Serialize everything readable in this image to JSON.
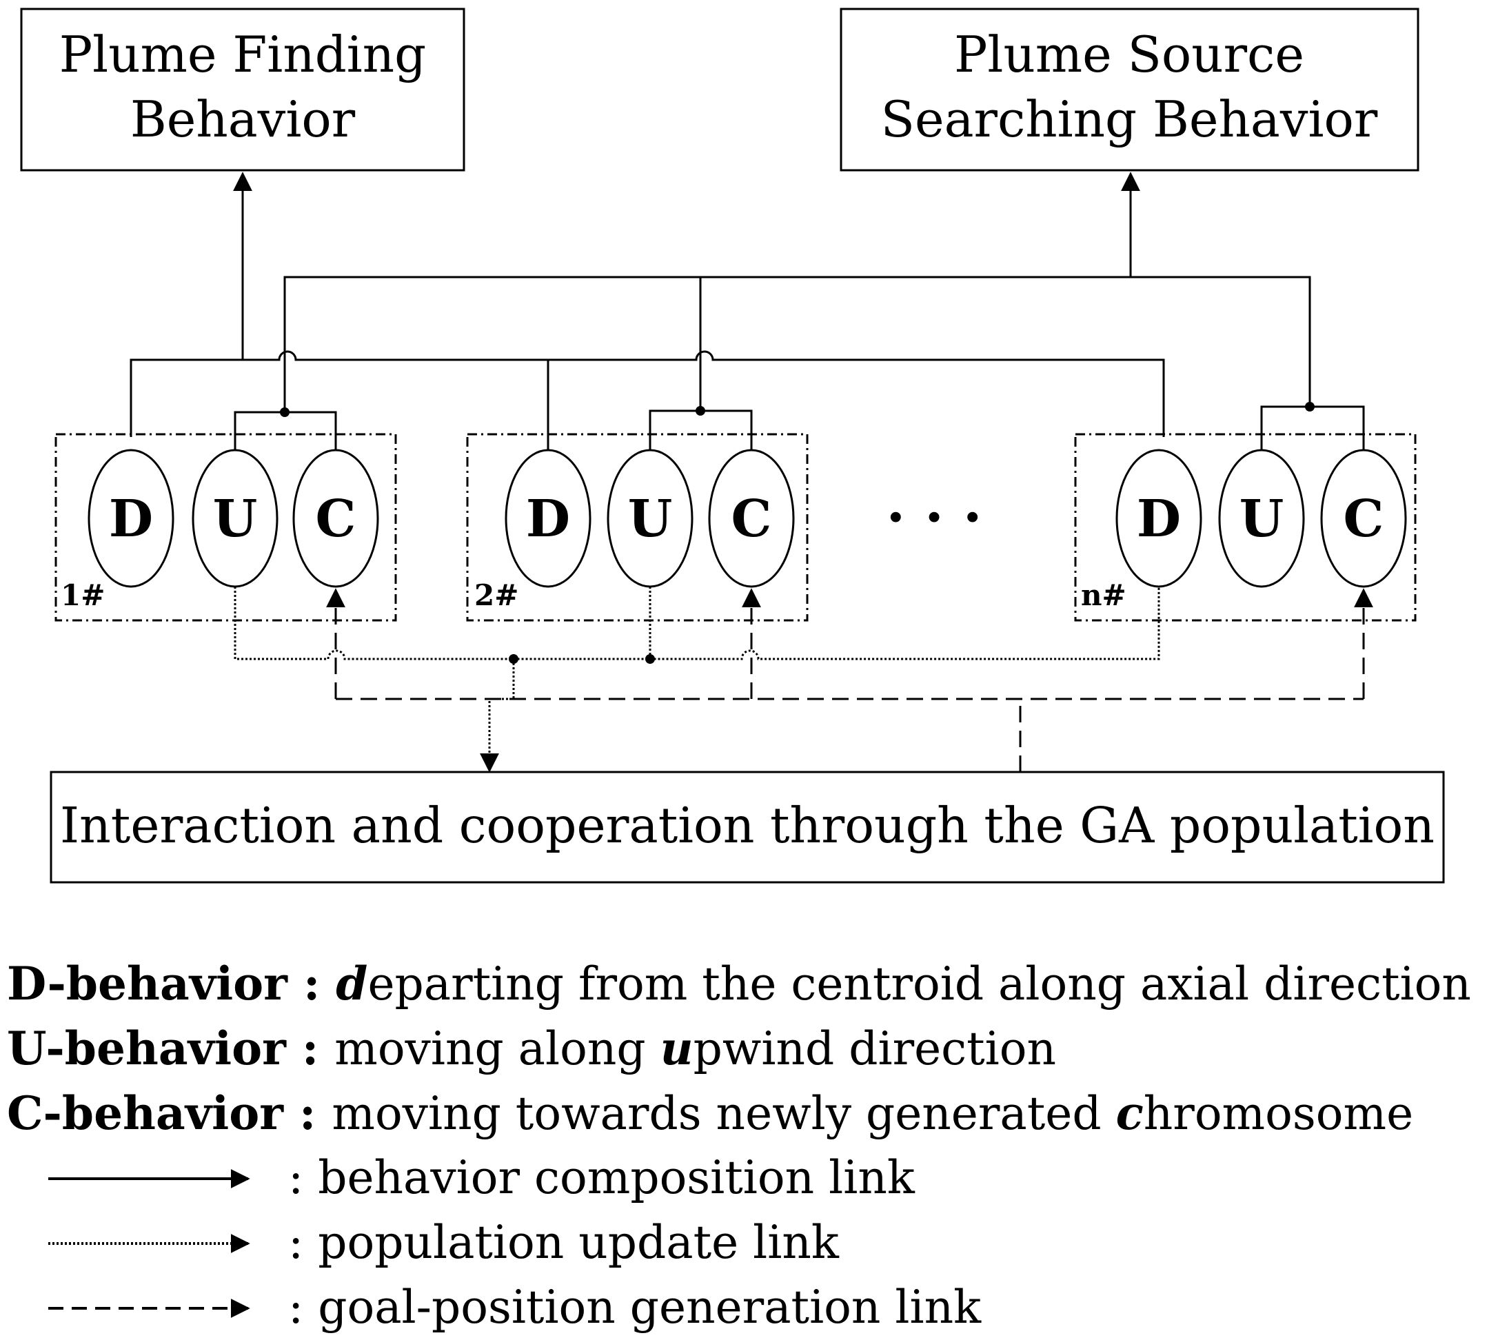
{
  "boxes": {
    "plume_finding": [
      "Plume Finding",
      "Behavior"
    ],
    "plume_source": [
      "Plume Source",
      "Searching Behavior"
    ],
    "ga_population": "Interaction and cooperation through the GA population"
  },
  "robots": [
    {
      "id": "1#",
      "nodes": [
        "D",
        "U",
        "C"
      ]
    },
    {
      "id": "2#",
      "nodes": [
        "D",
        "U",
        "C"
      ]
    },
    {
      "id": "n#",
      "nodes": [
        "D",
        "U",
        "C"
      ]
    }
  ],
  "ellipsis": "· · ·",
  "legend": {
    "d": {
      "label": "D-behavior",
      "colon": " : ",
      "letter": "d",
      "rest": "eparting from the centroid along axial direction"
    },
    "u": {
      "label": "U-behavior",
      "colon": " : ",
      "prefix": "moving along ",
      "letter": "u",
      "rest": "pwind direction"
    },
    "c": {
      "label": "C-behavior",
      "colon": " : ",
      "prefix": "moving towards newly generated ",
      "letter": "c",
      "rest": "hromosome"
    }
  },
  "link_key": [
    {
      "style": "solid",
      "text": ": behavior composition link"
    },
    {
      "style": "dotted",
      "text": ": population update link"
    },
    {
      "style": "dashed",
      "text": ": goal-position generation link"
    }
  ]
}
